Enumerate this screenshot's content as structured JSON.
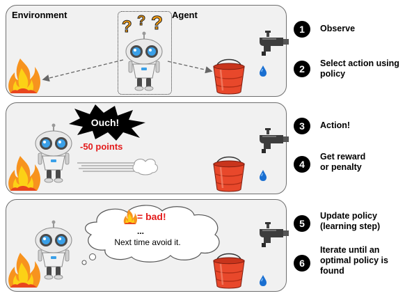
{
  "panels": {
    "observe": {
      "environment_label": "Environment",
      "agent_label": "Agent"
    },
    "action": {
      "exclamation": "Ouch!",
      "penalty": "-50 points"
    },
    "update": {
      "bad_label": "= bad!",
      "ellipsis": "...",
      "thought": "Next time avoid it."
    }
  },
  "steps": [
    {
      "num": "1",
      "text": "Observe"
    },
    {
      "num": "2",
      "text": "Select action using policy"
    },
    {
      "num": "3",
      "text": "Action!"
    },
    {
      "num": "4",
      "text": "Get reward or penalty"
    },
    {
      "num": "5",
      "text": "Update policy (learning step)"
    },
    {
      "num": "6",
      "text": "Iterate until an optimal policy is found"
    }
  ],
  "colors": {
    "panel_bg": "#f1f1f1",
    "panel_border": "#6e6e6e",
    "penalty_red": "#e31b1b",
    "fire_orange": "#f7931e",
    "bucket_red": "#e8482b",
    "robot_eye_blue": "#3aa0e8",
    "question_orange": "#f39c12"
  }
}
